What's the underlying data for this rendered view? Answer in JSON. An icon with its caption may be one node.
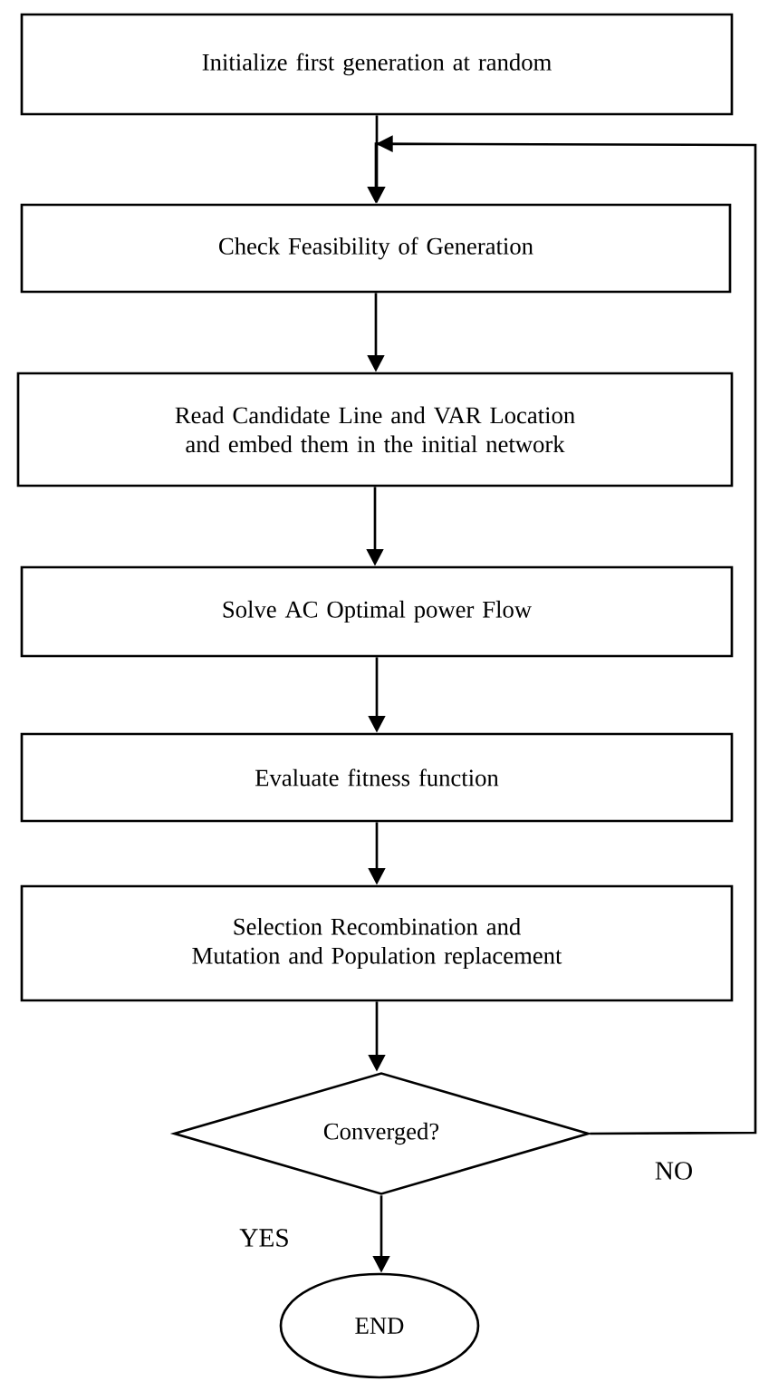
{
  "diagram": {
    "nodes": [
      {
        "text": [
          "Initialize first generation at random"
        ]
      },
      {
        "text": [
          "Check Feasibility of Generation"
        ]
      },
      {
        "text": [
          "Read Candidate Line and VAR Location and embed them in the  initial network"
        ]
      },
      {
        "text": [
          "Solve AC Optimal power Flow"
        ]
      },
      {
        "text": [
          "Evaluate fitness function"
        ]
      },
      {
        "text": [
          "Selection Recombination and Mutation and Population replacement"
        ]
      },
      {
        "text": [
          "Converged?"
        ]
      },
      {
        "text": [
          "END"
        ]
      }
    ],
    "edges": [
      {
        "from": 0,
        "to": 1,
        "arrow": "to"
      },
      {
        "from": 1,
        "to": 2,
        "arrow": "to"
      },
      {
        "from": 2,
        "to": 3,
        "arrow": "to"
      },
      {
        "from": 3,
        "to": 4,
        "arrow": "to"
      },
      {
        "from": 4,
        "to": 5,
        "arrow": "to"
      },
      {
        "from": 5,
        "to": 6,
        "arrow": "to"
      },
      {
        "from": 6,
        "to": 7,
        "arrow": "to",
        "label": "YES"
      },
      {
        "from": 6,
        "to": 1,
        "arrow": "to",
        "label": "NO"
      }
    ]
  }
}
